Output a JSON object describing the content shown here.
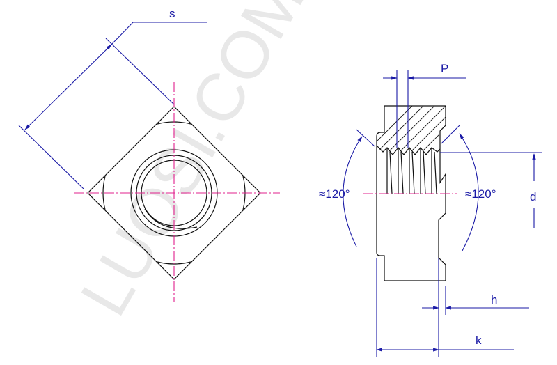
{
  "watermark": "LUOSI.COM",
  "views": {
    "top_view": {
      "dimension_s": "s"
    },
    "side_view": {
      "dimension_p": "P",
      "angle_left": "≈120°",
      "angle_right": "≈120°",
      "dimension_d": "d",
      "dimension_h": "h",
      "dimension_k": "k"
    }
  },
  "colors": {
    "outline": "#111111",
    "dimension": "#1a1aa6",
    "centerline": "#e0208c"
  }
}
